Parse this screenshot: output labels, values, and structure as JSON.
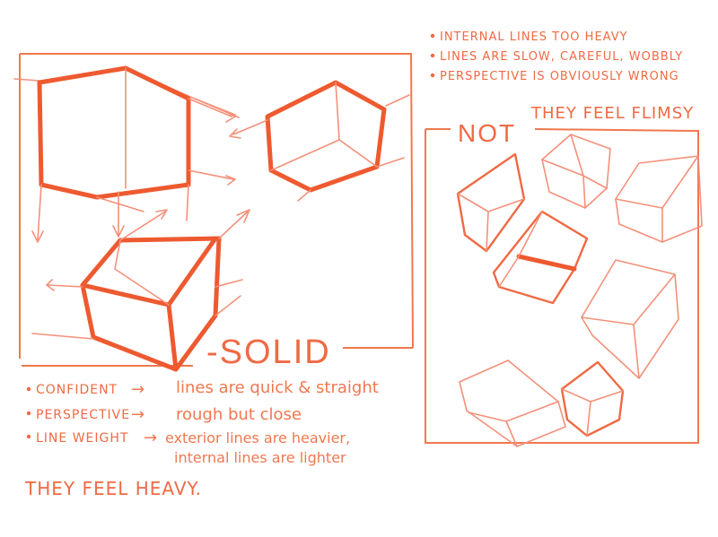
{
  "not_section": {
    "bullets": [
      "INTERNAL LINES TOO HEAVY",
      "LINES ARE SLOW, CAREFUL, WOBBLY",
      "PERSPECTIVE IS OBVIOUSLY WRONG"
    ],
    "feel": "THEY FEEL FLIMSY",
    "label": "NOT"
  },
  "solid_section": {
    "label": "-SOLID",
    "points": [
      {
        "term": "CONFIDENT",
        "arrow": "→",
        "note": "lines are quick & straight"
      },
      {
        "term": "PERSPECTIVE",
        "arrow": "→",
        "note": "rough but close"
      },
      {
        "term": "LINE WEIGHT",
        "arrow": "→",
        "note": "exterior lines are heavier,"
      }
    ],
    "extra_note": "internal lines are lighter",
    "feel": "THEY FEEL HEAVY."
  },
  "colors": {
    "ink": "#ef6a44",
    "light_ink": "#f4907a",
    "paper": "#ffffff"
  }
}
